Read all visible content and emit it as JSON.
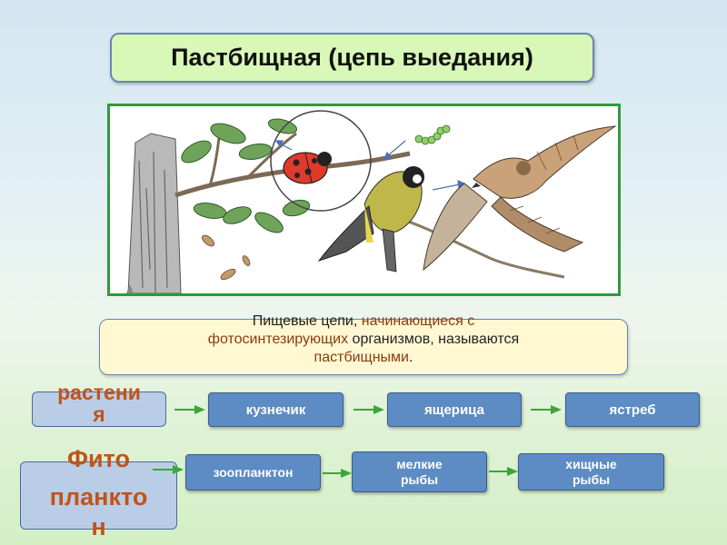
{
  "title": "Пастбищная (цепь выедания)",
  "definition": {
    "line1_plain": "Пищевые цепи, ",
    "line1_highlight": "начинающиеся с",
    "line2_highlight": "фотосинтезирующих",
    "line2_plain": " организмов, называются",
    "line3_highlight": "пастбищными",
    "line3_plain": "."
  },
  "chain1": {
    "root_line1": "растени",
    "root_line2": "я",
    "nodes": [
      "кузнечик",
      "ящерица",
      "ястреб"
    ]
  },
  "chain2": {
    "root_line1": "Фито",
    "root_line2": "планкто",
    "root_line3": "н",
    "nodes": [
      "зоопланктон",
      "мелкие рыбы",
      "хищные рыбы"
    ],
    "node2_line1": "мелкие",
    "node2_line2": "рыбы",
    "node3_line1": "хищные",
    "node3_line2": "рыбы"
  },
  "colors": {
    "title_bg": "#d8f8b8",
    "node_bg": "#5d8bc3",
    "root_bg": "#b9cde6",
    "root_text": "#c0541c",
    "highlight_text": "#8b3a10",
    "arrow": "#3aa63a",
    "frame": "#2f9a3c"
  },
  "illustration": {
    "subjects": [
      "tree-branch",
      "ladybug",
      "caterpillar",
      "titmouse-bird",
      "hawk"
    ]
  }
}
